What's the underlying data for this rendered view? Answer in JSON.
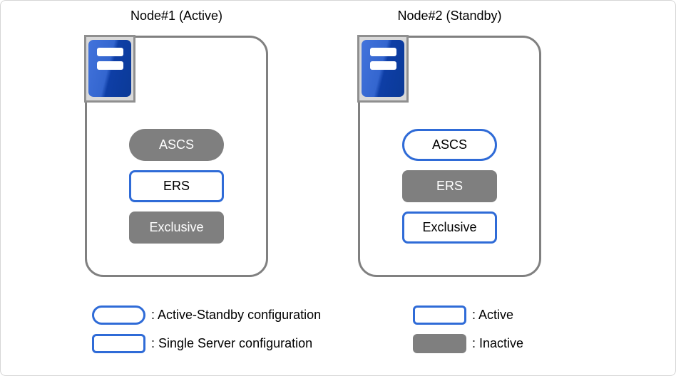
{
  "nodes": [
    {
      "title": "Node#1 (Active)",
      "items": [
        {
          "label": "ASCS",
          "shape": "pill",
          "state": "inactive"
        },
        {
          "label": "ERS",
          "shape": "rect",
          "state": "active"
        },
        {
          "label": "Exclusive",
          "shape": "rect",
          "state": "inactive"
        }
      ]
    },
    {
      "title": "Node#2 (Standby)",
      "items": [
        {
          "label": "ASCS",
          "shape": "pill",
          "state": "active"
        },
        {
          "label": "ERS",
          "shape": "rect",
          "state": "inactive"
        },
        {
          "label": "Exclusive",
          "shape": "rect",
          "state": "active"
        }
      ]
    }
  ],
  "legend": [
    {
      "label": ": Active-Standby configuration",
      "shape": "pill",
      "style": "outline"
    },
    {
      "label": ": Single Server configuration",
      "shape": "rect",
      "style": "outline"
    },
    {
      "label": ": Active",
      "shape": "rect",
      "style": "outline"
    },
    {
      "label": ": Inactive",
      "shape": "rect",
      "style": "filled"
    }
  ],
  "colors": {
    "accent_blue_border": "#2f6bd7",
    "inactive_gray_fill": "#7f7f7f",
    "node_border_gray": "#808080",
    "icon_background": "#d9d9d9",
    "icon_blue_light": "#4273dc",
    "icon_blue_dark": "#0b3a97"
  }
}
